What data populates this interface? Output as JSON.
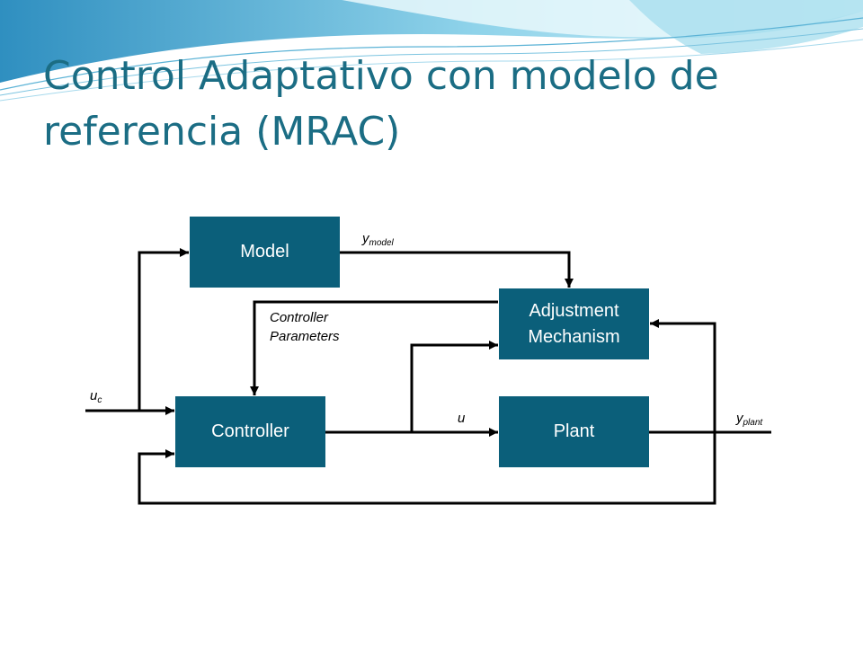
{
  "slide": {
    "title_line1": "Control Adaptativo con modelo de",
    "title_line2": "referencia (MRAC)"
  },
  "blocks": {
    "model": "Model",
    "adjustment_line1": "Adjustment",
    "adjustment_line2": "Mechanism",
    "controller": "Controller",
    "plant": "Plant"
  },
  "signals": {
    "y_model": {
      "base": "y",
      "sub": "model"
    },
    "controller_params_line1": "Controller",
    "controller_params_line2": "Parameters",
    "u_c": {
      "base": "u",
      "sub": "c"
    },
    "u": "u",
    "y_plant": {
      "base": "y",
      "sub": "plant"
    }
  },
  "colors": {
    "title": "#1b6d84",
    "block_fill": "#0b5f7a",
    "block_text": "#ffffff",
    "line": "#000000"
  }
}
